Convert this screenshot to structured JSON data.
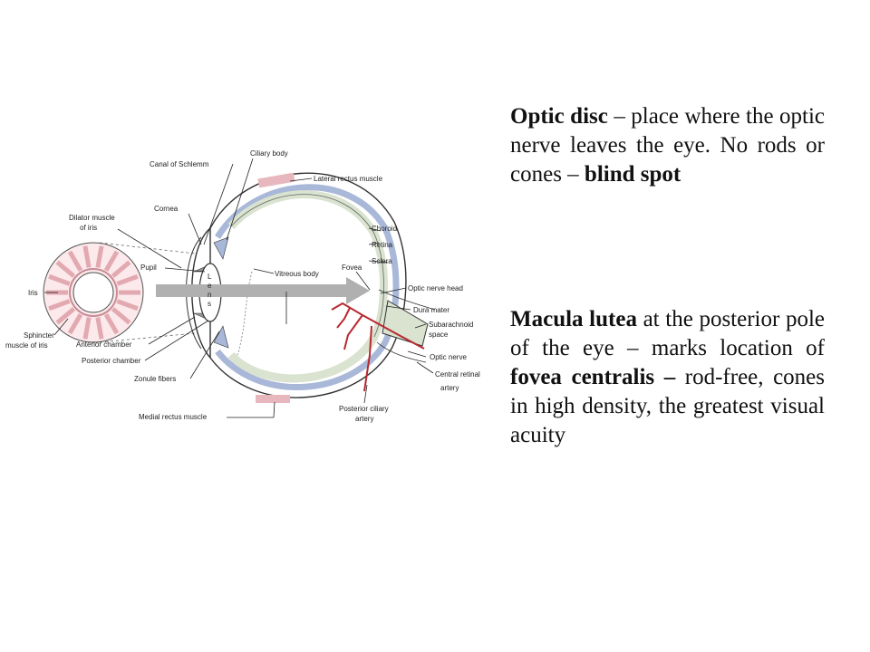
{
  "diagram": {
    "labels": {
      "canal_of_schlemm": "Canal of Schlemm",
      "ciliary_body": "Ciliary body",
      "lateral_rectus_muscle": "Lateral rectus muscle",
      "cornea": "Cornea",
      "dilator_1": "Dilator muscle",
      "dilator_2": "of iris",
      "choroid": "Choroid",
      "retina": "Retina",
      "sclera": "Sclera",
      "pupil": "Pupil",
      "vitreous_body": "Vitreous body",
      "fovea": "Fovea",
      "iris": "Iris",
      "optic_nerve_head": "Optic nerve head",
      "dura_mater": "Dura mater",
      "subarachnoid_1": "Subarachnoid",
      "subarachnoid_2": "space",
      "sphincter_1": "Sphincter",
      "sphincter_2": "muscle of iris",
      "anterior_chamber": "Anterior chamber",
      "optic_nerve": "Optic nerve",
      "posterior_chamber": "Posterior chamber",
      "central_retinal_1": "Central retinal",
      "central_retinal_2": "artery",
      "zonule_fibers": "Zonule fibers",
      "posterior_ciliary_1": "Posterior ciliary",
      "posterior_ciliary_2": "artery",
      "medial_rectus_muscle": "Medial rectus muscle",
      "lens_L": "L",
      "lens_e": "e",
      "lens_n": "n",
      "lens_s": "s"
    }
  },
  "text": {
    "block1": {
      "term": "Optic disc",
      "body": " – place where the optic nerve leaves the eye. No rods or cones – ",
      "emphasis": "blind spot"
    },
    "block2": {
      "term": "Macula lutea",
      "body": " at the posterior pole of the eye – marks location of ",
      "term2": "fovea centralis –",
      "tail": " rod-free, cones in high density, the greatest visual acuity"
    }
  },
  "colors": {
    "background": "#ffffff",
    "choroid_blue": "#a9b8d8",
    "retina_green": "#d9e3cf",
    "muscle_pink": "#e8b7be",
    "iris_pink": "#e2a9b0",
    "artery_red": "#b8282e",
    "arrow_gray": "#b0b0b0"
  }
}
